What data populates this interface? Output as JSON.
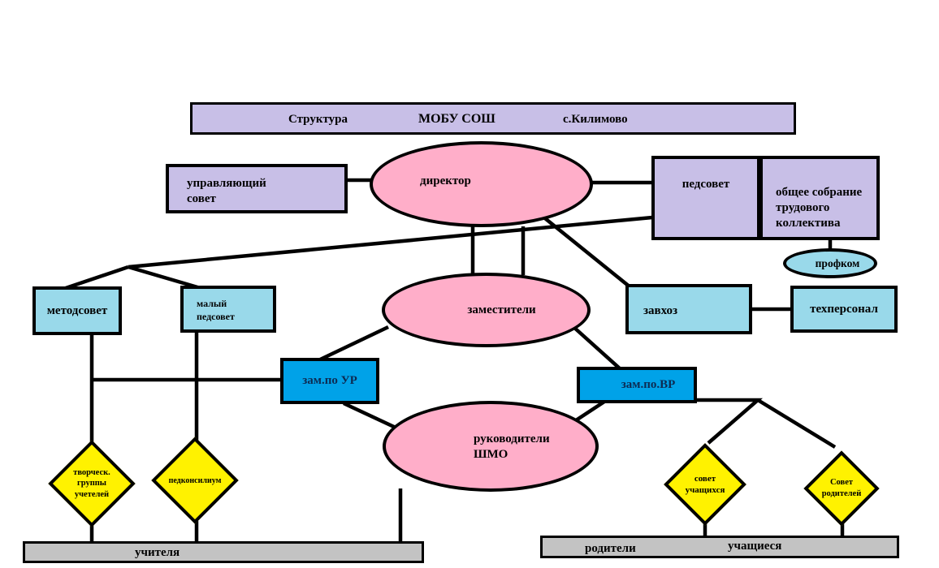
{
  "title_bar": {
    "part1": "Структура",
    "part2": "МОБУ СОШ",
    "part3": "с.Килимово"
  },
  "nodes": {
    "upravlyayushchiy_sovet": {
      "line1": "управляющий",
      "line2": "совет"
    },
    "direktor": {
      "label": "директор"
    },
    "pedsovet": {
      "label": "педсовет"
    },
    "obshchee_sobranie": {
      "line1": "общее собрание",
      "line2": "трудового",
      "line3": "коллектива"
    },
    "profkom": {
      "label": "профком"
    },
    "metodsovet": {
      "label": "методсовет"
    },
    "maly_pedsovet": {
      "line1": "малый",
      "line2": "педсовет"
    },
    "zamestiteli": {
      "label": "заместители"
    },
    "zavkhoz": {
      "label": "завхоз"
    },
    "tekhpersonal": {
      "label": "техперсонал"
    },
    "zam_po_ur": {
      "label": "зам.по УР"
    },
    "zam_po_vr": {
      "label": "зам.по.ВР"
    },
    "rukovoditeli_shmo": {
      "line1": "руководители",
      "line2": "ШМО"
    },
    "tvorcheskie_gruppy": {
      "line1": "творческ.",
      "line2": "группы",
      "line3": "учетелей"
    },
    "pedkonsilium": {
      "label": "педконсилиум"
    },
    "sovet_uchashchikhsya": {
      "line1": "совет",
      "line2": "учащихся"
    },
    "sovet_roditeley": {
      "line1": "Совет",
      "line2": "родителей"
    },
    "uchitelya_bar": {
      "label": "учителя"
    },
    "roditeli_label": {
      "label": "родители"
    },
    "uchashchiesya_label": {
      "label": "учащиеся"
    }
  },
  "colors": {
    "lavender": "#c8bfe7",
    "pink": "#ffaec9",
    "light_turquoise": "#99d9ea",
    "turquoise": "#00a2e8",
    "yellow": "#fff200",
    "gray": "#c3c3c3",
    "line": "#000000",
    "blue_box_text": "#0d2b52"
  }
}
